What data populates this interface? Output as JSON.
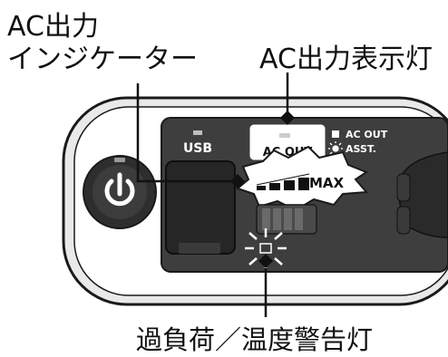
{
  "labels": {
    "ac_indicator_line1": "AC出力",
    "ac_indicator_line2": "インジケーター",
    "ac_output_lamp": "AC出力表示灯",
    "overload_temp_warning_lamp": "過負荷／温度警告灯"
  },
  "panel": {
    "usb_label": "USB",
    "ac_out_label": "AC OUT",
    "legend_ac_out": "AC OUT",
    "legend_asst": "ASST.",
    "max_label": "MAX"
  },
  "icons": {
    "power_button": "power-icon",
    "usb_port": "usb-port-icon",
    "sun_burst": "sun-icon",
    "battery": "battery-icon",
    "warning_lamp": "warning-lamp-icon"
  },
  "colors": {
    "panel_dark": "#3a3a3a",
    "panel_outline": "#1a1a1a",
    "text": "#111111",
    "highlight": "#ffffff"
  }
}
